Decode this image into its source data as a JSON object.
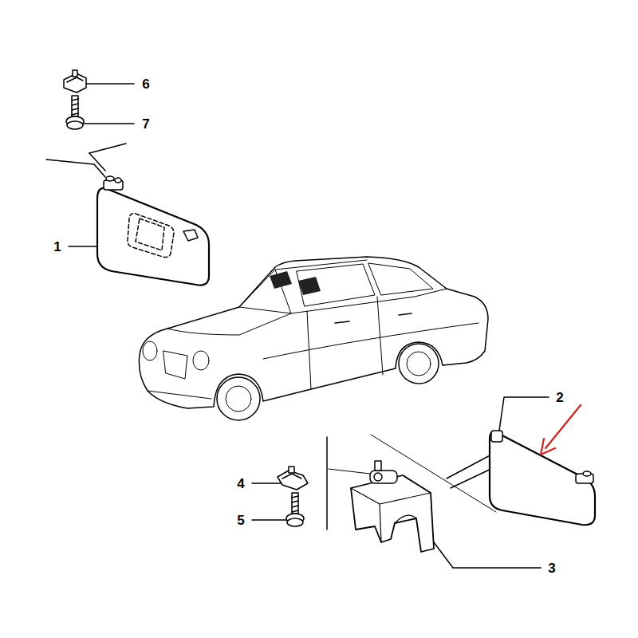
{
  "diagram": {
    "labels": [
      "6",
      "7",
      "1",
      "2",
      "4",
      "5",
      "3"
    ]
  }
}
